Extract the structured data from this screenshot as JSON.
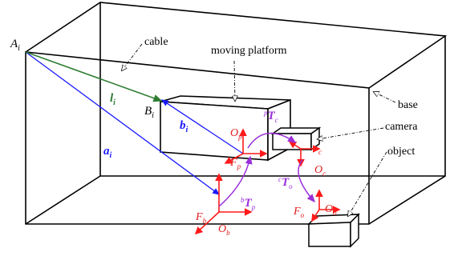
{
  "colors": {
    "outline": "#000000",
    "cable": "#2e7d32",
    "position_vector": "#1a1aff",
    "frame_axes": "#ff1a1a",
    "transform": "#9b30d9",
    "frame_label": "#e02020"
  },
  "labels": {
    "A_i": "A",
    "A_i_sub": "i",
    "B_i": "B",
    "B_i_sub": "i",
    "l_i": "l",
    "l_i_sub": "i",
    "a_i": "a",
    "a_i_sub": "i",
    "b_i": "b",
    "b_i_sub": "i",
    "cable": "cable",
    "moving_platform": "moving platform",
    "base": "base",
    "camera": "camera",
    "object": "object",
    "O_p": "O",
    "O_p_sub": "p",
    "F_p": "F",
    "F_p_sub": "p",
    "O_c": "O",
    "O_c_sub": "c",
    "O_b": "O",
    "O_b_sub": "b",
    "F_b": "F",
    "F_b_sub": "b",
    "O_o": "O",
    "O_o_sub": "o",
    "F_o": "F",
    "F_o_sub": "o",
    "pTc_sup": "p",
    "pTc_T": "T",
    "pTc_sub": "c",
    "bTp_sup": "b",
    "bTp_T": "T",
    "bTp_sub": "p",
    "cTo_sup": "c",
    "cTo_T": "T",
    "cTo_sub": "o",
    "c_small": "c"
  }
}
